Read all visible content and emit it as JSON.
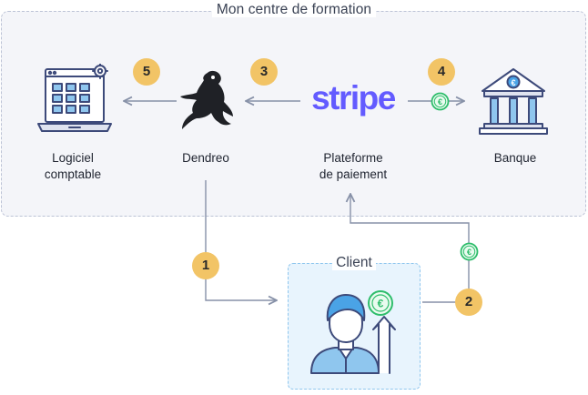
{
  "centre": {
    "title": "Mon centre de formation"
  },
  "nodes": {
    "logiciel": {
      "label": "Logiciel\ncomptable",
      "icon": "accounting-software-icon"
    },
    "dendreo": {
      "label": "Dendreo",
      "icon": "frog-logo-icon"
    },
    "plateforme": {
      "label": "Plateforme\nde paiement",
      "logo_text": "stripe"
    },
    "banque": {
      "label": "Banque",
      "icon": "bank-icon"
    },
    "client": {
      "label": "Client",
      "icon": "client-growth-icon"
    }
  },
  "steps": [
    "5",
    "3",
    "4",
    "1",
    "2"
  ],
  "currency_symbol": "€",
  "colors": {
    "step_badge": "#f2c466",
    "stripe": "#635bff",
    "euro_coin": "#2ebd6b",
    "line_art": "#3d4a7a",
    "accent_blue": "#4aa3e6",
    "connector": "#8791a8"
  }
}
